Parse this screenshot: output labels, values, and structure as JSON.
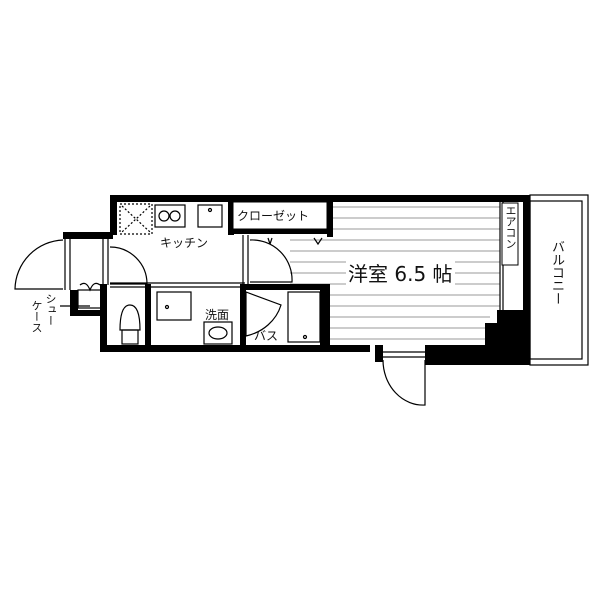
{
  "floor_plan": {
    "rooms": {
      "kitchen": "キッチン",
      "closet": "クローゼット",
      "western_room": "洋室 6.5 帖",
      "aircon": "エアコン",
      "balcony": "バルコニー",
      "washroom": "洗面",
      "bath": "バス",
      "shoe_case_line1": "シュー",
      "shoe_case_line2": "ケース"
    },
    "western_room_size_jo": 6.5,
    "colors": {
      "wall": "#000000",
      "line": "#222222",
      "floor_hatch": "#888888",
      "background": "#ffffff"
    }
  }
}
